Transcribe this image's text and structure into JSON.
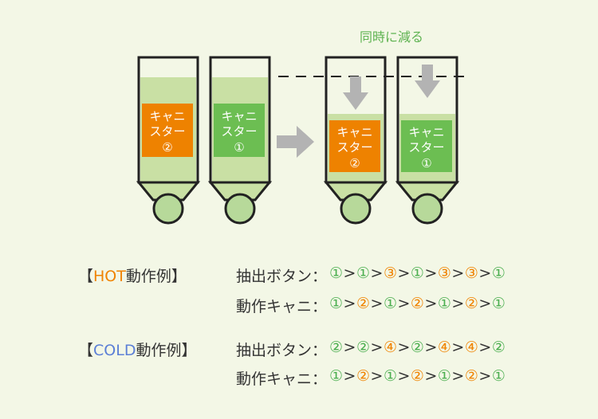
{
  "diagram": {
    "annotation": "同時に減る",
    "colors": {
      "background": "#f3f7e6",
      "liquid": "#c9e0a4",
      "canister1": "#6cbe52",
      "canister2": "#ee8200",
      "arrow": "#b3b3b3",
      "outline": "#222222",
      "annotation": "#5fb352"
    },
    "canisters": [
      {
        "label_line1": "キャニ",
        "label_line2": "スター",
        "number": "②",
        "color": "orange",
        "state": "before"
      },
      {
        "label_line1": "キャニ",
        "label_line2": "スター",
        "number": "①",
        "color": "green",
        "state": "before"
      },
      {
        "label_line1": "キャニ",
        "label_line2": "スター",
        "number": "②",
        "color": "orange",
        "state": "after"
      },
      {
        "label_line1": "キャニ",
        "label_line2": "スター",
        "number": "①",
        "color": "green",
        "state": "after"
      }
    ]
  },
  "hot": {
    "bracket_open": "【",
    "mode": "HOT",
    "suffix": "動作例",
    "bracket_close": "】",
    "rows": [
      {
        "label": "抽出ボタン：",
        "sequence": [
          {
            "v": "①",
            "c": "g"
          },
          {
            "v": "①",
            "c": "g"
          },
          {
            "v": "③",
            "c": "o"
          },
          {
            "v": "①",
            "c": "g"
          },
          {
            "v": "③",
            "c": "o"
          },
          {
            "v": "③",
            "c": "o"
          },
          {
            "v": "①",
            "c": "g"
          }
        ]
      },
      {
        "label": "動作キャニ：",
        "sequence": [
          {
            "v": "①",
            "c": "g"
          },
          {
            "v": "②",
            "c": "o"
          },
          {
            "v": "①",
            "c": "g"
          },
          {
            "v": "②",
            "c": "o"
          },
          {
            "v": "①",
            "c": "g"
          },
          {
            "v": "②",
            "c": "o"
          },
          {
            "v": "①",
            "c": "g"
          }
        ]
      }
    ]
  },
  "cold": {
    "bracket_open": "【",
    "mode": "COLD",
    "suffix": "動作例",
    "bracket_close": "】",
    "rows": [
      {
        "label": "抽出ボタン：",
        "sequence": [
          {
            "v": "②",
            "c": "g"
          },
          {
            "v": "②",
            "c": "g"
          },
          {
            "v": "④",
            "c": "o"
          },
          {
            "v": "②",
            "c": "g"
          },
          {
            "v": "④",
            "c": "o"
          },
          {
            "v": "④",
            "c": "o"
          },
          {
            "v": "②",
            "c": "g"
          }
        ]
      },
      {
        "label": "動作キャニ：",
        "sequence": [
          {
            "v": "①",
            "c": "g"
          },
          {
            "v": "②",
            "c": "o"
          },
          {
            "v": "①",
            "c": "g"
          },
          {
            "v": "②",
            "c": "o"
          },
          {
            "v": "①",
            "c": "g"
          },
          {
            "v": "②",
            "c": "o"
          },
          {
            "v": "①",
            "c": "g"
          }
        ]
      }
    ],
    "separator": ">"
  }
}
